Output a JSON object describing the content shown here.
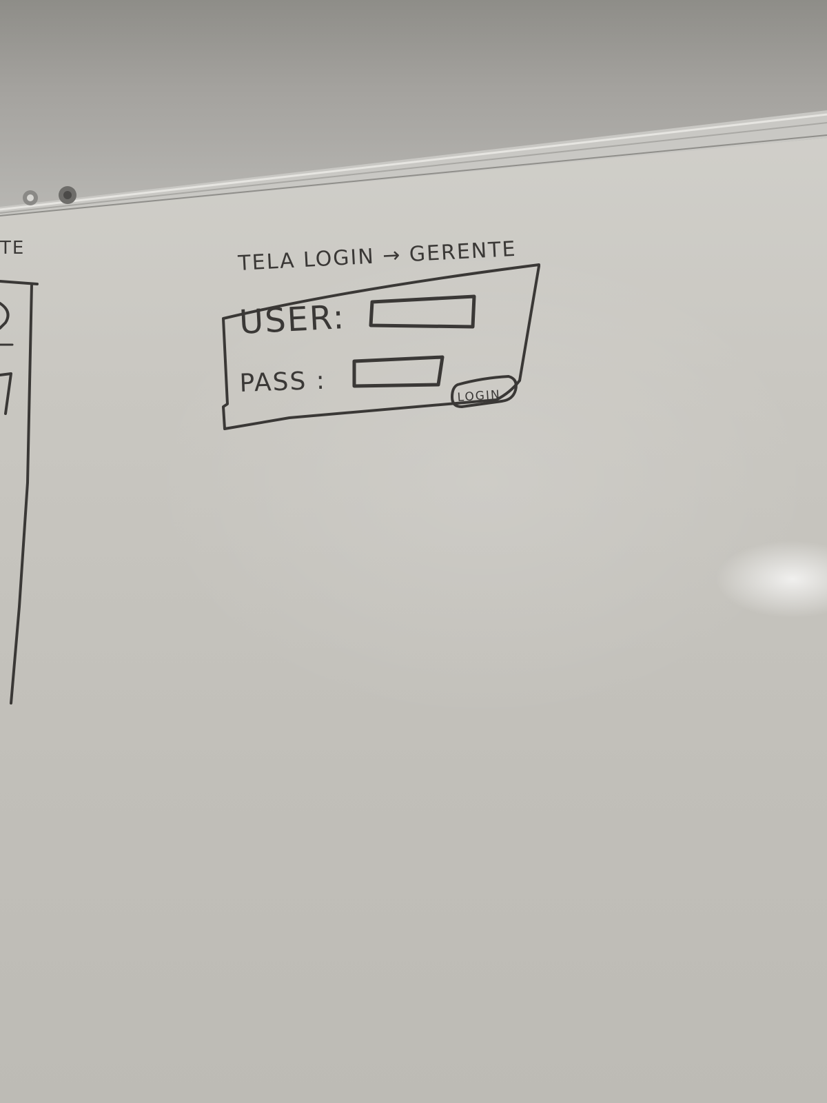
{
  "whiteboard": {
    "title": "TELA LOGIN → GERENTE",
    "user_label": "USER:",
    "pass_label": "PASS :",
    "login_button": "LOGIN",
    "edge_text": "TE"
  },
  "colors": {
    "ink": "#3a3836",
    "board": "#c9c7c1",
    "wall": "#9c9b97"
  }
}
